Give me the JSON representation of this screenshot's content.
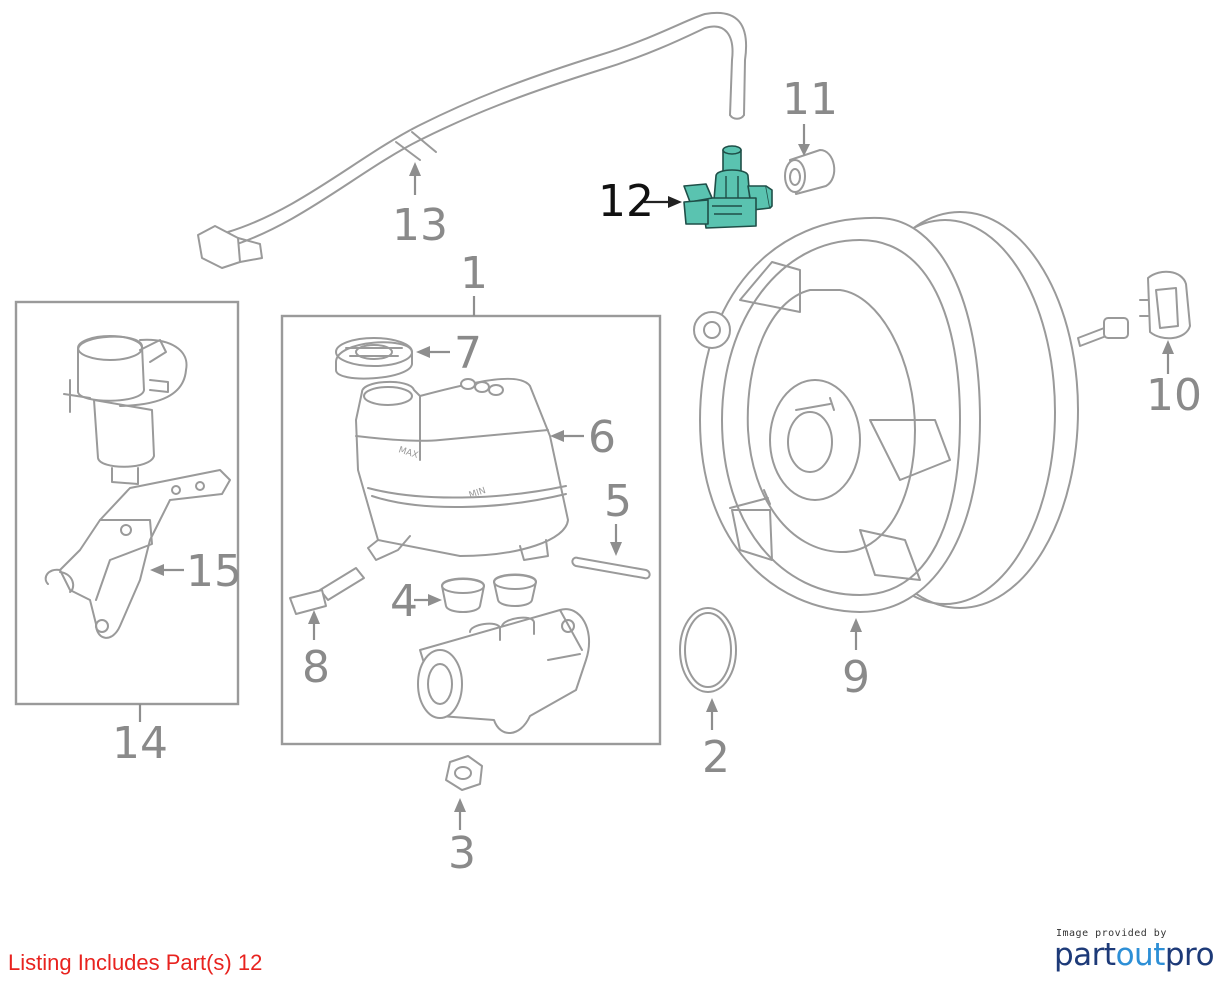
{
  "callouts": [
    {
      "id": "1",
      "label": "1"
    },
    {
      "id": "2",
      "label": "2"
    },
    {
      "id": "3",
      "label": "3"
    },
    {
      "id": "4",
      "label": "4"
    },
    {
      "id": "5",
      "label": "5"
    },
    {
      "id": "6",
      "label": "6"
    },
    {
      "id": "7",
      "label": "7"
    },
    {
      "id": "8",
      "label": "8"
    },
    {
      "id": "9",
      "label": "9"
    },
    {
      "id": "10",
      "label": "10"
    },
    {
      "id": "11",
      "label": "11"
    },
    {
      "id": "12",
      "label": "12"
    },
    {
      "id": "13",
      "label": "13"
    },
    {
      "id": "14",
      "label": "14"
    },
    {
      "id": "15",
      "label": "15"
    }
  ],
  "highlighted_part": "12",
  "colors": {
    "highlight_fill": "#5ac3b0",
    "line_art": "#9a9a9a",
    "listing_text": "#e8231f",
    "logo_dark": "#1d3a78",
    "logo_light": "#2d8fd6"
  },
  "embossed_text": {
    "max": "MAX",
    "min": "MIN"
  },
  "listing_note": "Listing Includes Part(s) 12",
  "credit": {
    "caption": "Image provided by",
    "logo_part1": "part",
    "logo_part2": "out",
    "logo_part3": "pro"
  }
}
